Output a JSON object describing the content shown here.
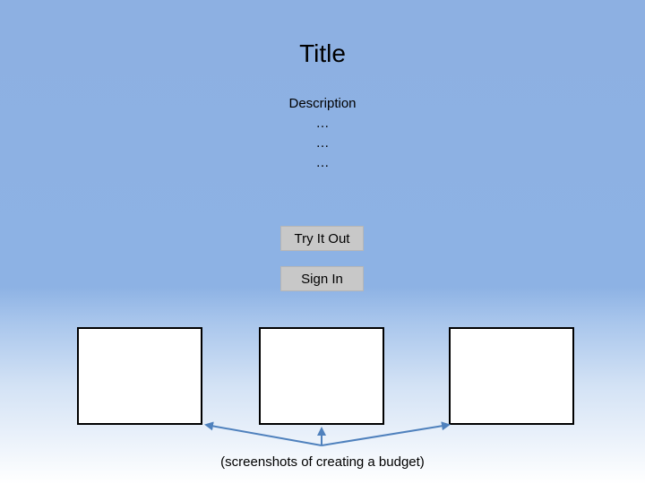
{
  "header": {
    "title": "Title"
  },
  "description": {
    "label": "Description",
    "lines": [
      "…",
      "…",
      "…"
    ]
  },
  "actions": {
    "try_label": "Try It Out",
    "signin_label": "Sign In"
  },
  "screenshots": {
    "count": 3,
    "caption": "(screenshots of creating a budget)"
  },
  "colors": {
    "background_top": "#8db0e2",
    "background_bottom": "#ffffff",
    "button_fill": "#c8c8c8",
    "arrow": "#4f81bd"
  }
}
